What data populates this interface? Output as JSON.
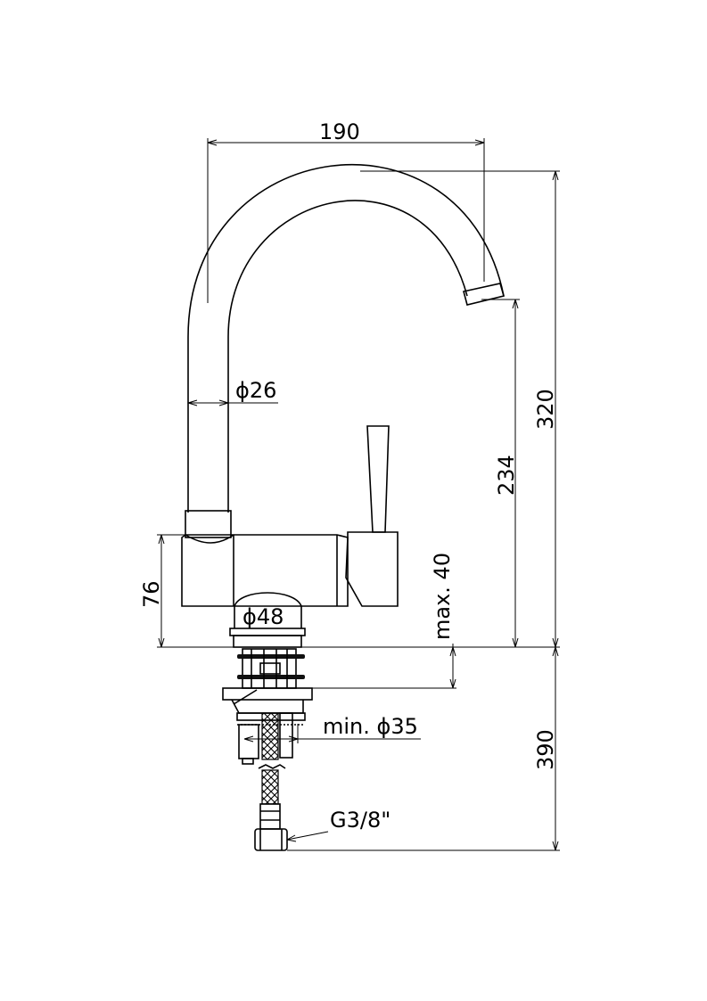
{
  "dimensions": {
    "spout_reach": "190",
    "total_height": "320",
    "outlet_height": "234",
    "body_height": "76",
    "pipe_diameter": "ϕ26",
    "base_diameter": "ϕ48",
    "max_thickness": "max. 40",
    "min_hole": "min. ϕ35",
    "below_deck": "390",
    "connection": "G3/8\""
  }
}
